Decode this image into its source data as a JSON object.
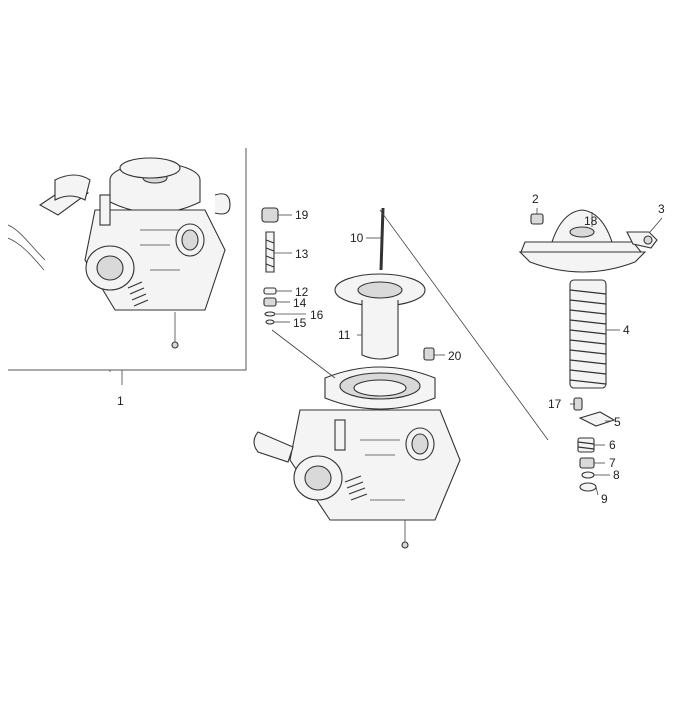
{
  "labels": {
    "p1": "1",
    "p2": "2",
    "p3": "3",
    "p4": "4",
    "p5": "5",
    "p6": "6",
    "p7": "7",
    "p8": "8",
    "p9": "9",
    "p10": "10",
    "p11": "11",
    "p12": "12",
    "p13": "13",
    "p14": "14",
    "p15": "15",
    "p16": "16",
    "p17": "17",
    "p18": "18",
    "p19": "19",
    "p20": "20"
  },
  "colors": {
    "line": "#333333",
    "fill": "#f4f4f4",
    "shade": "#d9d9d9"
  }
}
